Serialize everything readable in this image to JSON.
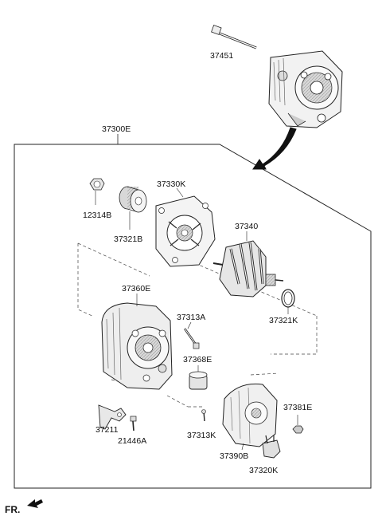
{
  "diagram": {
    "labels": {
      "p37451": "37451",
      "p37300E": "37300E",
      "p12314B": "12314B",
      "p37321B": "37321B",
      "p37330K": "37330K",
      "p37340": "37340",
      "p37360E": "37360E",
      "p37313A": "37313A",
      "p37321K": "37321K",
      "p37368E": "37368E",
      "p37381E": "37381E",
      "p37211": "37211",
      "p21446A": "21446A",
      "p37313K": "37313K",
      "p37390B": "37390B",
      "p37320K": "37320K"
    },
    "direction_label": "FR."
  }
}
